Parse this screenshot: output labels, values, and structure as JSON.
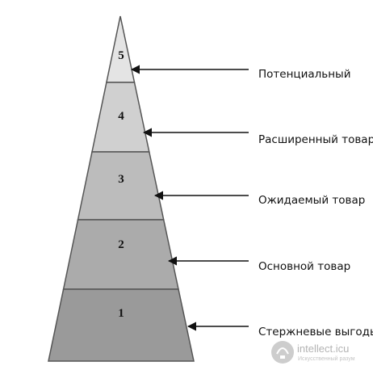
{
  "diagram": {
    "levels": [
      {
        "number": "5",
        "label": "Потенциальный",
        "fill": "#e4e4e4"
      },
      {
        "number": "4",
        "label": "Расширенный товар",
        "fill": "#d0d0d0"
      },
      {
        "number": "3",
        "label": "Ожидаемый товар",
        "fill": "#bcbcbc"
      },
      {
        "number": "2",
        "label": "Основной товар",
        "fill": "#ababab"
      },
      {
        "number": "1",
        "label": "Стержневые выгоды",
        "fill": "#9a9a9a"
      }
    ],
    "colors": {
      "outline": "#5a5a5a",
      "separator": "#555555",
      "arrow": "#111111"
    }
  },
  "watermark": {
    "title": "intellect.icu",
    "subtitle": "Искусственный разум",
    "icon": "lightbulb-logo-icon"
  }
}
